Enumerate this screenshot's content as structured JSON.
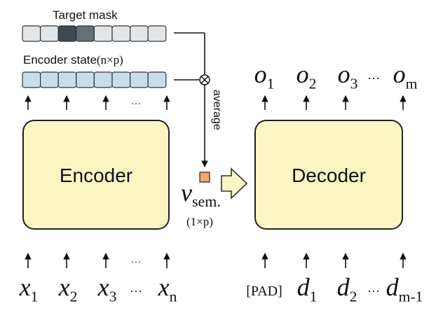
{
  "mask": {
    "label": "Target mask",
    "cells": [
      "light",
      "light",
      "dark",
      "mid",
      "light",
      "light",
      "light",
      "light"
    ]
  },
  "encoder_state": {
    "label": "Encoder state",
    "shape": "(n×p)",
    "cell_count": 8
  },
  "encoder": {
    "label": "Encoder"
  },
  "decoder": {
    "label": "Decoder"
  },
  "average_label": "average",
  "semantic_vector": {
    "symbol": "v",
    "subscript": "sem.",
    "shape": "(1×p)"
  },
  "encoder_inputs": [
    {
      "base": "x",
      "sub": "1"
    },
    {
      "base": "x",
      "sub": "2"
    },
    {
      "base": "x",
      "sub": "3"
    },
    {
      "base": "",
      "sub": ""
    },
    {
      "base": "x",
      "sub": "n"
    }
  ],
  "decoder_inputs": [
    {
      "base": "",
      "sub": "",
      "text": "[PAD]"
    },
    {
      "base": "d",
      "sub": "1"
    },
    {
      "base": "d",
      "sub": "2"
    },
    {
      "base": "",
      "sub": ""
    },
    {
      "base": "d",
      "sub": "m-1"
    }
  ],
  "decoder_outputs": [
    {
      "base": "o",
      "sub": "1"
    },
    {
      "base": "o",
      "sub": "2"
    },
    {
      "base": "o",
      "sub": "3"
    },
    {
      "base": "",
      "sub": ""
    },
    {
      "base": "o",
      "sub": "m"
    }
  ],
  "ellipsis": "···",
  "colors": {
    "block_fill": "#fbf5c3",
    "block_stroke": "#222222",
    "state_cell": "#c5dfea",
    "mask_light": "#e3e6e8",
    "mask_mid": "#647178",
    "mask_dark": "#3f4a50",
    "semantic_cell": "#f3a66a",
    "hollow_arrow": "#fbf5c3"
  }
}
